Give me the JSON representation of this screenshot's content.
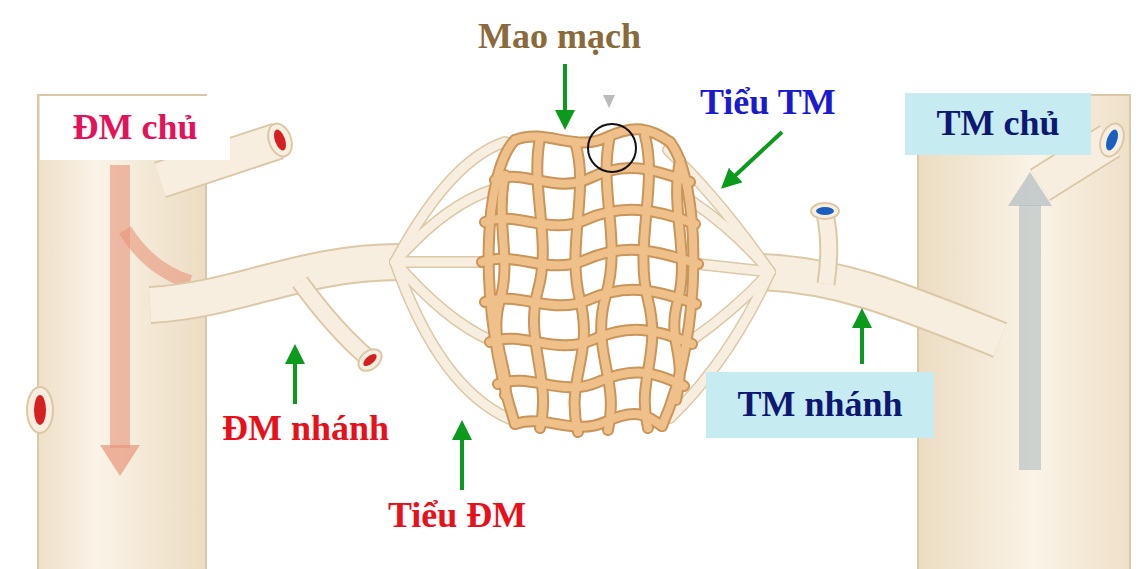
{
  "diagram": {
    "nodes": [
      {
        "text": [
          "ĐM chủ"
        ]
      },
      {
        "text": [
          "TM chủ"
        ]
      },
      {
        "text": [
          "TM nhánh"
        ]
      }
    ],
    "labels": [
      "Mao mạch",
      "Tiểu TM",
      "ĐM nhánh",
      "Tiểu ĐM"
    ]
  }
}
